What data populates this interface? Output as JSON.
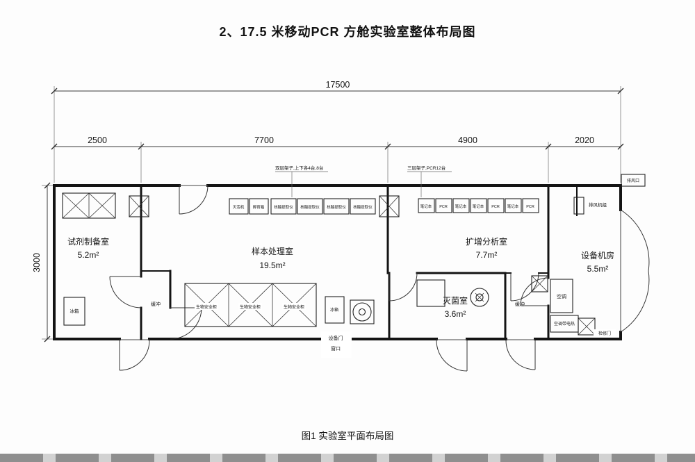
{
  "page": {
    "title": "2、17.5 米移动PCR 方舱实验室整体布局图",
    "caption": "图1 实验室平面布局图"
  },
  "colors": {
    "line": "#151515",
    "paper": "#ffffff"
  },
  "dimensions": {
    "total": "17500",
    "seg_1": "2500",
    "seg_2": "7700",
    "seg_3": "4900",
    "seg_4": "2020",
    "depth": "3000"
  },
  "rooms": {
    "reagent": {
      "name": "试剂制备室",
      "area": "5.2m²"
    },
    "sample": {
      "name": "样本处理室",
      "area": "19.5m²"
    },
    "amplification": {
      "name": "扩增分析室",
      "area": "7.7m²"
    },
    "sterilization": {
      "name": "灭菌室",
      "area": "3.6m²"
    },
    "equipment": {
      "name": "设备机房",
      "area": "5.5m²"
    }
  },
  "annotations": {
    "shelf_double": "双层架子,上下各4台,8台",
    "shelf_triple": "三层架子,PCR12台"
  },
  "equipment": {
    "inactivator": "灭活机",
    "incubator": "孵育箱",
    "extractor": "核酸提取仪",
    "laptop": "笔记本",
    "pcr": "PCR",
    "fridge": "冰箱",
    "buffer": "缓冲",
    "bsc": "生物安全柜",
    "ac": "空调",
    "ac_heater": "空调带电热",
    "exhaust_unit": "排风机组",
    "exhaust_vent": "排风口",
    "service_door": "设备门",
    "service_window": "窗口",
    "access_door": "检修门"
  }
}
